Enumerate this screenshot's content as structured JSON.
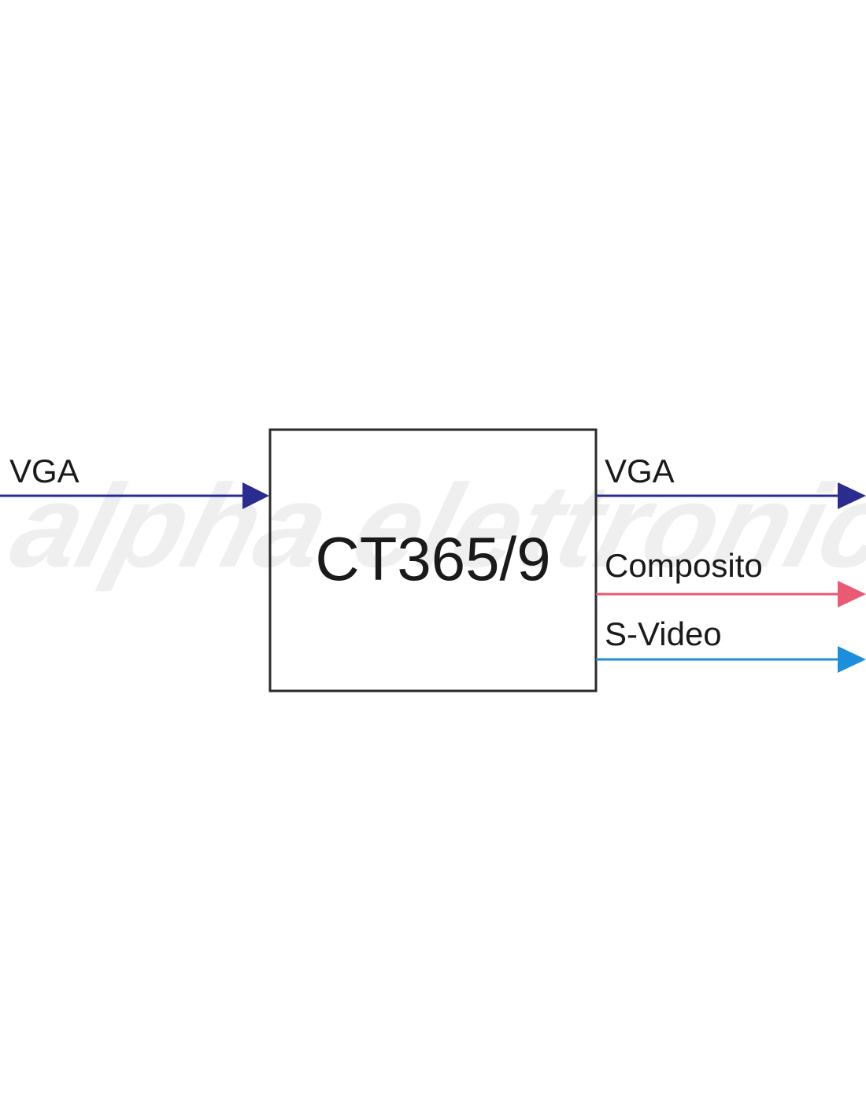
{
  "diagram": {
    "device_label": "CT365/9",
    "input": {
      "label": "VGA",
      "color": "#2b2c8f"
    },
    "outputs": [
      {
        "label": "VGA",
        "color": "#2b2c8f"
      },
      {
        "label": "Composito",
        "color": "#ea5a72"
      },
      {
        "label": "S-Video",
        "color": "#1b8fdc"
      }
    ],
    "watermark": "alpha elettronica"
  }
}
